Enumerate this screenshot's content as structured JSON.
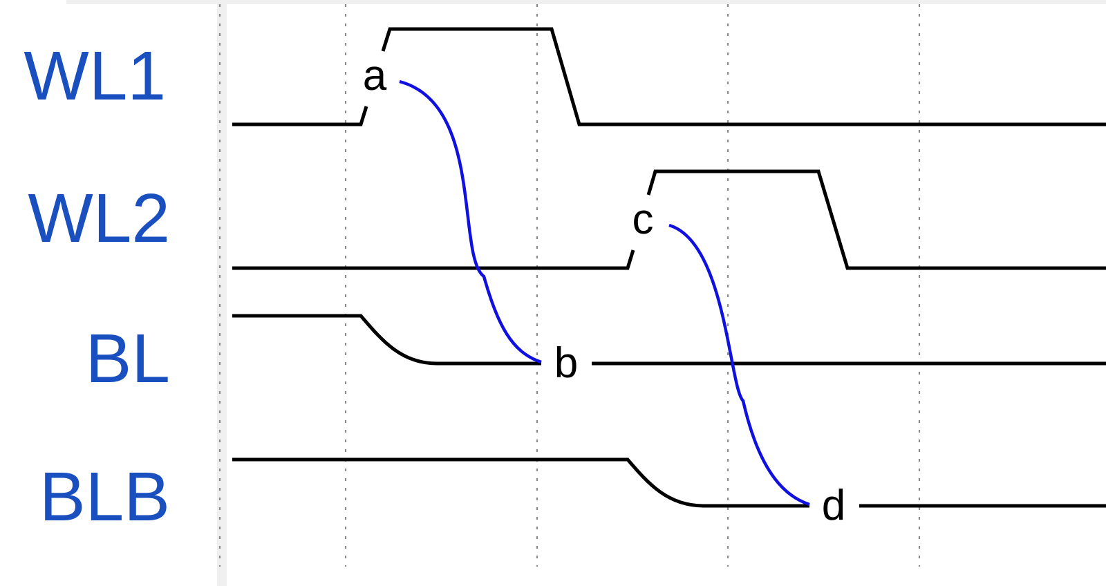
{
  "colors": {
    "label": "#1a4fc0",
    "trace": "#000000",
    "dependency": "#1010e0",
    "grid": "#8a8a8a",
    "panel_border": "#f0f0f0"
  },
  "signals": [
    {
      "id": "wl1",
      "label": "WL1"
    },
    {
      "id": "wl2",
      "label": "WL2"
    },
    {
      "id": "bl",
      "label": "BL"
    },
    {
      "id": "blb",
      "label": "BLB"
    }
  ],
  "points": [
    {
      "id": "a",
      "label": "a"
    },
    {
      "id": "b",
      "label": "b"
    },
    {
      "id": "c",
      "label": "c"
    },
    {
      "id": "d",
      "label": "d"
    }
  ],
  "dependencies": [
    {
      "from": "a",
      "to": "b"
    },
    {
      "from": "c",
      "to": "d"
    }
  ]
}
